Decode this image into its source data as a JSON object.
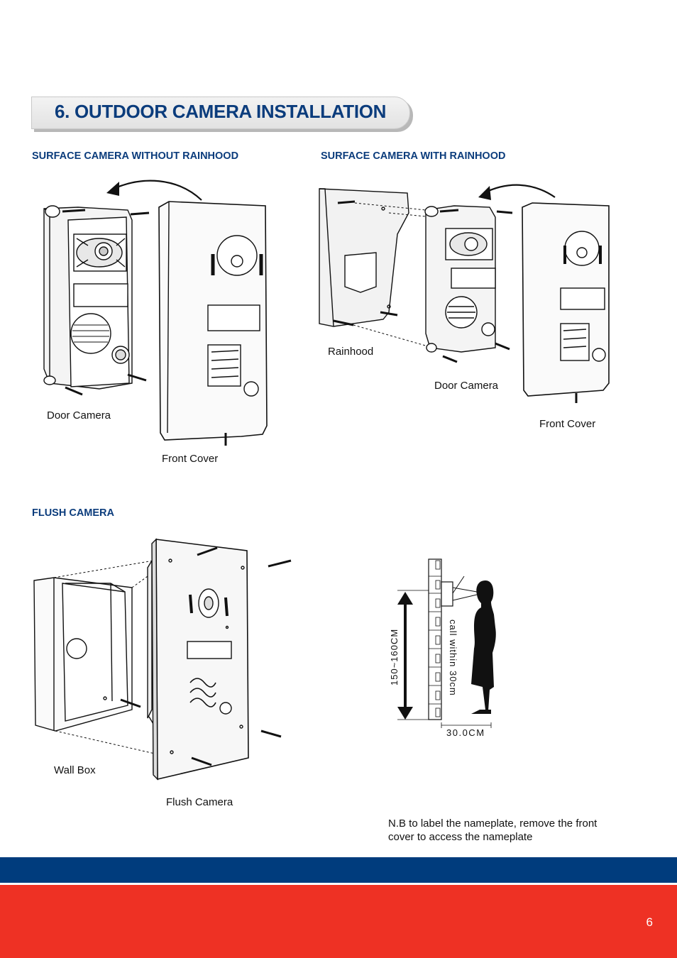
{
  "page": {
    "title": "6. OUTDOOR CAMERA INSTALLATION",
    "page_number": "6"
  },
  "sections": {
    "without_rainhood": {
      "heading": "SURFACE CAMERA WITHOUT RAINHOOD",
      "door_camera_label": "Door Camera",
      "front_cover_label": "Front Cover"
    },
    "with_rainhood": {
      "heading": "SURFACE CAMERA WITH RAINHOOD",
      "rainhood_label": "Rainhood",
      "door_camera_label": "Door Camera",
      "front_cover_label": "Front Cover"
    },
    "flush": {
      "heading": "FLUSH CAMERA",
      "wall_box_label": "Wall Box",
      "flush_camera_label": "Flush Camera"
    },
    "height_diagram": {
      "height_label": "150~160CM",
      "distance_note": "call within 30cm",
      "distance_label": "30.0CM"
    }
  },
  "note": "N.B to label the nameplate, remove the front cover to access the nameplate",
  "colors": {
    "heading_blue": "#0b3c7c",
    "band_blue": "#003c7d",
    "band_red": "#ee3124"
  }
}
